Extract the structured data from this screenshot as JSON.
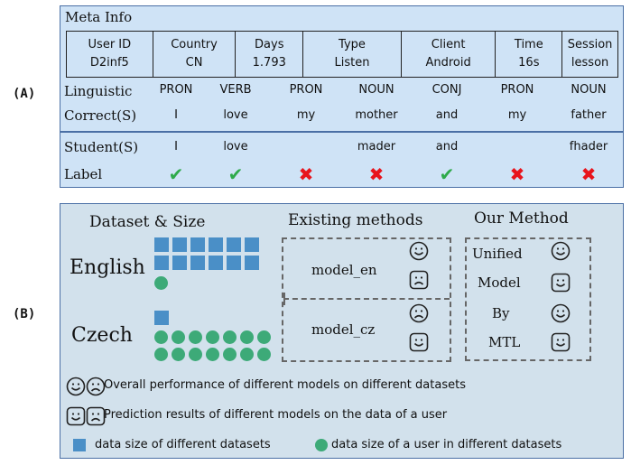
{
  "side_labels": {
    "a": "(A)",
    "b": "(B)"
  },
  "panel_a": {
    "title": "Meta Info",
    "meta": [
      {
        "key": "User ID",
        "value": "D2inf5"
      },
      {
        "key": "Country",
        "value": "CN"
      },
      {
        "key": "Days",
        "value": "1.793"
      },
      {
        "key": "Type",
        "value": "Listen"
      },
      {
        "key": "Client",
        "value": "Android"
      },
      {
        "key": "Time",
        "value": "16s"
      },
      {
        "key": "Session",
        "value": "lesson"
      }
    ],
    "row_labels": {
      "linguistic": "Linguistic",
      "correct": "Correct(S)",
      "student": "Student(S)",
      "label": "Label"
    },
    "tokens": [
      {
        "pos": "PRON",
        "correct": "I",
        "student": "I",
        "label": "correct"
      },
      {
        "pos": "VERB",
        "correct": "love",
        "student": "love",
        "label": "correct"
      },
      {
        "pos": "PRON",
        "correct": "my",
        "student": "",
        "label": "wrong"
      },
      {
        "pos": "NOUN",
        "correct": "mother",
        "student": "mader",
        "label": "wrong"
      },
      {
        "pos": "CONJ",
        "correct": "and",
        "student": "and",
        "label": "correct"
      },
      {
        "pos": "PRON",
        "correct": "my",
        "student": "",
        "label": "wrong"
      },
      {
        "pos": "NOUN",
        "correct": "father",
        "student": "fhader",
        "label": "wrong"
      }
    ],
    "colors": {
      "check": "#2eaa4a",
      "cross": "#e8141c"
    }
  },
  "panel_b": {
    "dataset_title": "Dataset & Size",
    "existing_title": "Existing methods",
    "our_title": "Our Method",
    "lang_english": "English",
    "lang_czech": "Czech",
    "model_en": "model_en",
    "model_cz": "model_cz",
    "our_lines": [
      "Unified",
      "Model",
      "By",
      "MTL"
    ],
    "dataset_sizes": {
      "english_squares": 12,
      "english_dots": 1,
      "czech_squares": 1,
      "czech_dots": 14
    },
    "legend": {
      "overall": "Overall performance of different models on different datasets",
      "prediction": "Prediction results of different models on the data of a user",
      "datasize": "data size of different datasets",
      "usersize": "data size of a user in different datasets"
    },
    "colors": {
      "square": "#4a8fc7",
      "dot": "#3daa78"
    }
  }
}
